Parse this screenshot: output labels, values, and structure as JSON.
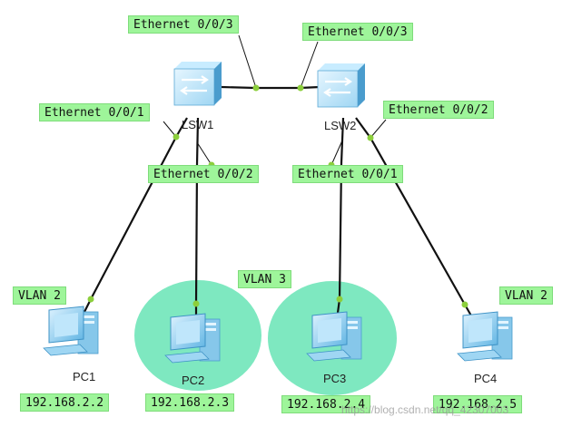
{
  "switches": [
    {
      "id": "sw1",
      "name": "LSW1"
    },
    {
      "id": "sw2",
      "name": "LSW2"
    }
  ],
  "pcs": [
    {
      "id": "pc1",
      "name": "PC1",
      "ip": "192.168.2.2"
    },
    {
      "id": "pc2",
      "name": "PC2",
      "ip": "192.168.2.3"
    },
    {
      "id": "pc3",
      "name": "PC3",
      "ip": "192.168.2.4"
    },
    {
      "id": "pc4",
      "name": "PC4",
      "ip": "192.168.2.5"
    }
  ],
  "ports": {
    "sw1_uplink": "Ethernet 0/0/3",
    "sw2_uplink": "Ethernet 0/0/3",
    "sw1_pc1": "Ethernet 0/0/1",
    "sw1_pc2": "Ethernet 0/0/2",
    "sw2_pc3": "Ethernet 0/0/1",
    "sw2_pc4": "Ethernet 0/0/2"
  },
  "vlans": {
    "pc1": "VLAN 2",
    "vlan3": "VLAN 3",
    "pc4": "VLAN 2"
  },
  "links": [
    {
      "from": "sw1",
      "to": "sw2"
    },
    {
      "from": "sw1",
      "to": "pc1"
    },
    {
      "from": "sw1",
      "to": "pc2"
    },
    {
      "from": "sw2",
      "to": "pc3"
    },
    {
      "from": "sw2",
      "to": "pc4"
    }
  ],
  "watermark": "https://blog.csdn.net/qq_42307003",
  "colors": {
    "tag_bg": "#9ef59a",
    "vlan_area": "#7ee8c0",
    "link": "#111111",
    "port_dot": "#8ccf3c",
    "device_blue": "#9fd6f3"
  }
}
